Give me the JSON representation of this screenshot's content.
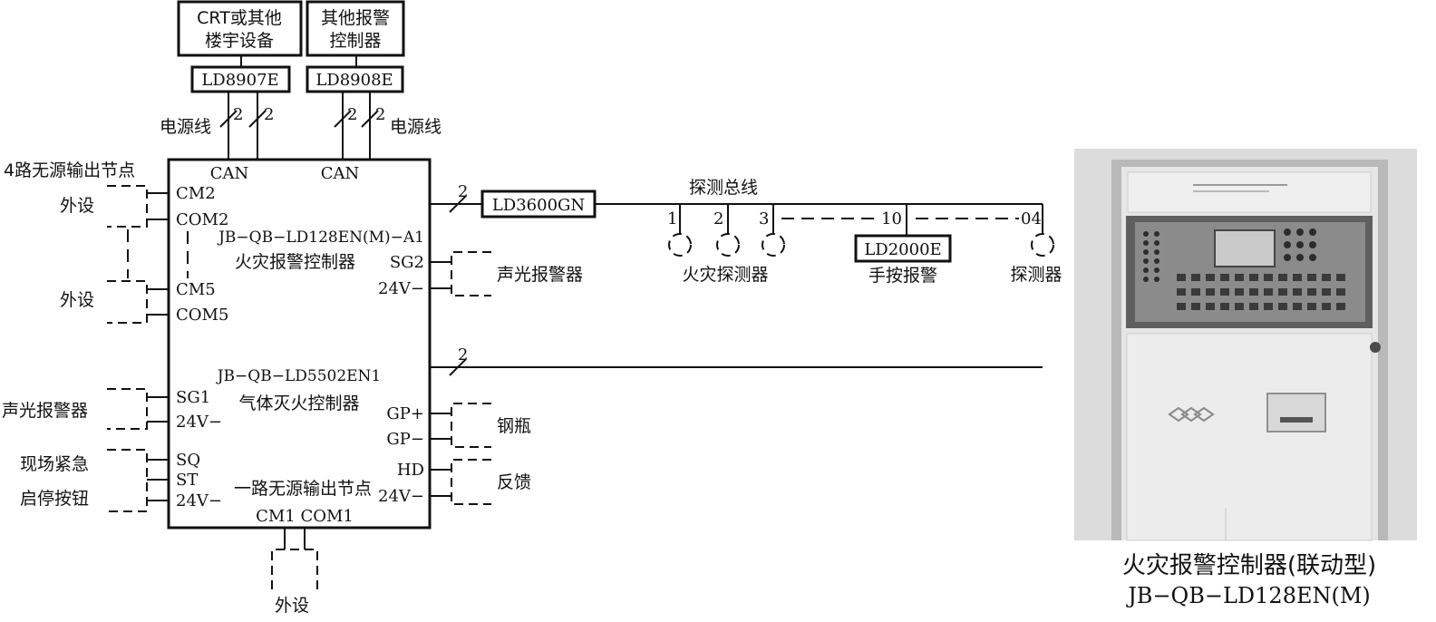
{
  "top_devices": {
    "crt_box": [
      "CRT或其他",
      "楼宇设备"
    ],
    "other_ctrl_box": [
      "其他报警",
      "控制器"
    ],
    "ld8907e": "LD8907E",
    "ld8908e": "LD8908E",
    "power_line_left": "电源线",
    "power_line_right": "电源线",
    "wire_count": "2",
    "can_left": "CAN",
    "can_right": "CAN"
  },
  "left_side": {
    "outputs_title": "4路无源输出节点",
    "peripheral_1": "外设",
    "peripheral_2": "外设",
    "sound_light_alarm": "声光报警器",
    "emergency_buttons": [
      "现场紧急",
      "启停按钮"
    ]
  },
  "controller": {
    "cm2": "CM2",
    "com2": "COM2",
    "model_a1": "JB−QB−LD128EN(M)−A1",
    "fire_alarm_ctrl": "火灾报警控制器",
    "sg2": "SG2",
    "v24_a": "24V−",
    "cm5": "CM5",
    "com5": "COM5",
    "model_gas": "JB−QB−LD5502EN1",
    "gas_ctrl": "气体灭火控制器",
    "sg1": "SG1",
    "v24_b": "24V−",
    "gp_plus": "GP+",
    "gp_minus": "GP−",
    "sq": "SQ",
    "st": "ST",
    "v24_c": "24V−",
    "hd": "HD",
    "v24_d": "24V−",
    "one_output": "一路无源输出节点",
    "cm1_com1": "CM1 COM1",
    "bottom_peripheral": "外设"
  },
  "right_side": {
    "sound_light_alarm": "声光报警器",
    "cylinder": "钢瓶",
    "feedback": "反馈",
    "wire_count_bus": "2",
    "wire_count_bottom": "2"
  },
  "bus": {
    "module": "LD3600GN",
    "bus_label": "探测总线",
    "n1": "1",
    "n2": "2",
    "n3": "3",
    "n10": "10",
    "n04": "04",
    "fire_detector": "火灾探测器",
    "manual_alarm_box": "LD2000E",
    "manual_alarm": "手按报警",
    "detector": "探测器"
  },
  "photo": {
    "caption_title": "火灾报警控制器(联动型)",
    "caption_model": "JB−QB−LD128EN(M)"
  }
}
